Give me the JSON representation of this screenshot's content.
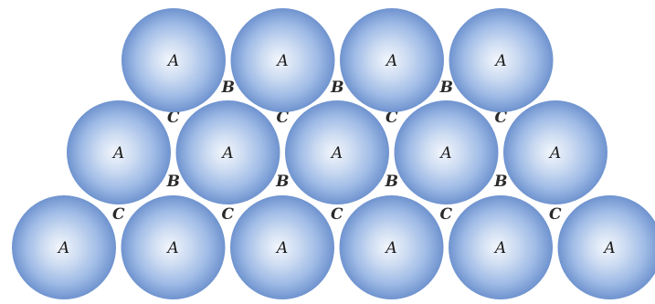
{
  "diagram": {
    "atom_label": "A",
    "site_b_label": "B",
    "site_c_label": "C",
    "rows": [
      {
        "layer": "top",
        "atom_count": 4
      },
      {
        "layer": "middle",
        "atom_count": 5
      },
      {
        "layer": "bottom",
        "atom_count": 6
      }
    ],
    "colors": {
      "sphere_highlight": "#f2f6fc",
      "sphere_mid": "#a9c3e8",
      "sphere_base": "#7da0d6",
      "sphere_shadow": "#4f72b0",
      "label": "#1a1a1a"
    }
  }
}
